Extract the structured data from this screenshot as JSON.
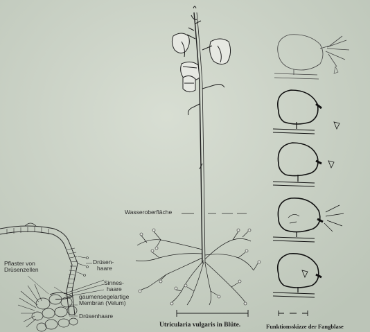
{
  "labels": {
    "pflaster": [
      "Pflaster von",
      "Drüsenzellen"
    ],
    "druesen_top": [
      "Drüsen-",
      "haare"
    ],
    "sinnes": [
      "Sinnes-",
      "haare"
    ],
    "velum": [
      "gaumensegelartige",
      "Membran (Velum)"
    ],
    "druesen_bottom": "Drüsenhaare",
    "water": "Wasseroberfläche"
  },
  "captions": {
    "main": "Utricularia vulgaris in Blüte.",
    "sketch": "Funktionsskizze der Fangblase"
  },
  "colors": {
    "background": "#c9d1c5",
    "ink": "#1a1a1a"
  }
}
